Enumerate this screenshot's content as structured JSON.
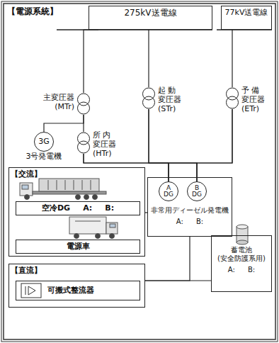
{
  "diagram": {
    "title": "【電源系統】",
    "nodes": [
      {
        "text": [
          "275kV送電線"
        ]
      },
      {
        "text": [
          "77kV送電線"
        ]
      },
      {
        "text": [
          "主変圧器 (MTr)"
        ]
      },
      {
        "text": [
          "起 動 変圧器 (STr)"
        ]
      },
      {
        "text": [
          "予 備 変圧器 (ETr)"
        ]
      },
      {
        "text": [
          "3G",
          "3号発電機"
        ]
      },
      {
        "text": [
          "所 内 変圧器 (HTr)"
        ]
      },
      {
        "text": [
          "【交流】"
        ]
      },
      {
        "text": [
          "空冷DG",
          "A:",
          "B:"
        ],
        "in": 7
      },
      {
        "text": [
          "電源車"
        ],
        "in": 7
      },
      {
        "text": [
          "非常用ディーゼル発電機",
          "A:",
          "B:"
        ]
      },
      {
        "text": [
          "A DG"
        ],
        "in": 10
      },
      {
        "text": [
          "B DG"
        ],
        "in": 10
      },
      {
        "text": [
          "【直流】"
        ]
      },
      {
        "text": [
          "可搬式整流器"
        ],
        "in": 13
      },
      {
        "text": [
          "蓄電池 (安全防護系用)",
          "A:",
          "B:"
        ]
      }
    ],
    "edges": [
      {
        "from": 0,
        "to": 2,
        "arrow": "none"
      },
      {
        "from": 0,
        "to": 3,
        "arrow": "none"
      },
      {
        "from": 1,
        "to": 4,
        "arrow": "none"
      },
      {
        "from": 2,
        "to": 5,
        "arrow": "none"
      },
      {
        "from": 2,
        "to": 6,
        "arrow": "none"
      },
      {
        "from": 6,
        "to": 11,
        "arrow": "none"
      },
      {
        "from": 6,
        "to": 12,
        "arrow": "none"
      },
      {
        "from": 3,
        "to": 11,
        "arrow": "none"
      },
      {
        "from": 3,
        "to": 12,
        "arrow": "none"
      },
      {
        "from": 4,
        "to": 11,
        "arrow": "none"
      },
      {
        "from": 4,
        "to": 12,
        "arrow": "none"
      },
      {
        "from": 10,
        "to": 7,
        "arrow": "none"
      },
      {
        "from": 10,
        "to": 13,
        "arrow": "none"
      },
      {
        "from": 15,
        "to": 13,
        "arrow": "none"
      }
    ]
  }
}
